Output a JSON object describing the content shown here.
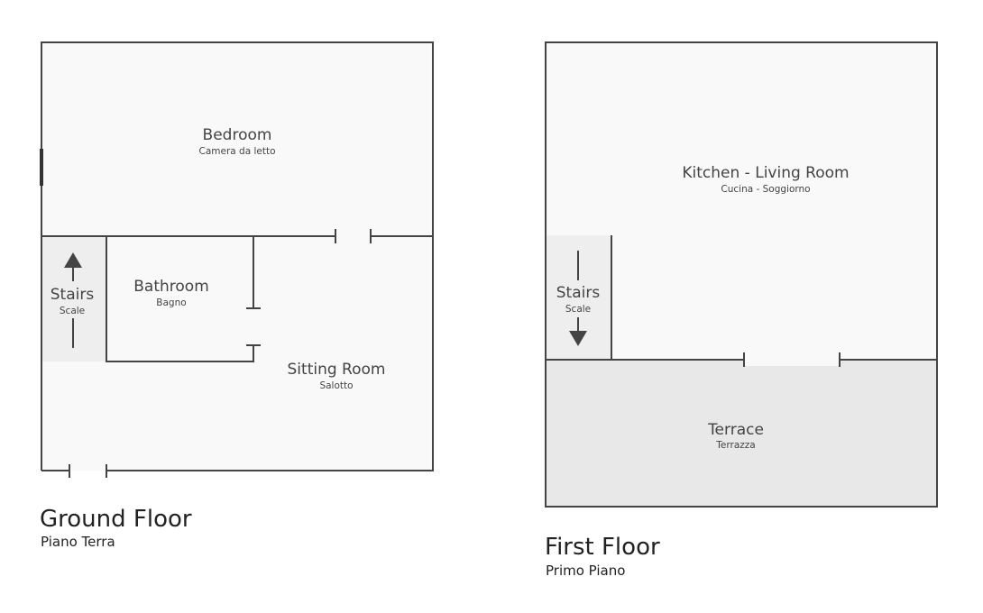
{
  "ground_floor": {
    "title": "Ground Floor",
    "subtitle": "Piano Terra",
    "rooms": [
      {
        "name": "Bedroom",
        "name_it": "Camera da letto"
      },
      {
        "name": "Bathroom",
        "name_it": "Bagno"
      },
      {
        "name": "Stairs",
        "name_it": "Scale"
      },
      {
        "name": "Sitting Room",
        "name_it": "Salotto"
      }
    ]
  },
  "first_floor": {
    "title": "First Floor",
    "subtitle": "Primo Piano",
    "rooms": [
      {
        "name": "Kitchen - Living Room",
        "name_it": "Cucina - Soggiorno"
      },
      {
        "name": "Stairs",
        "name_it": "Scale"
      },
      {
        "name": "Terrace",
        "name_it": "Terrazza"
      }
    ]
  },
  "colors": {
    "wall": "#444444",
    "room": "#f9f9f9",
    "stairs": "#eeeeee",
    "terrace": "#e8e8e8"
  }
}
